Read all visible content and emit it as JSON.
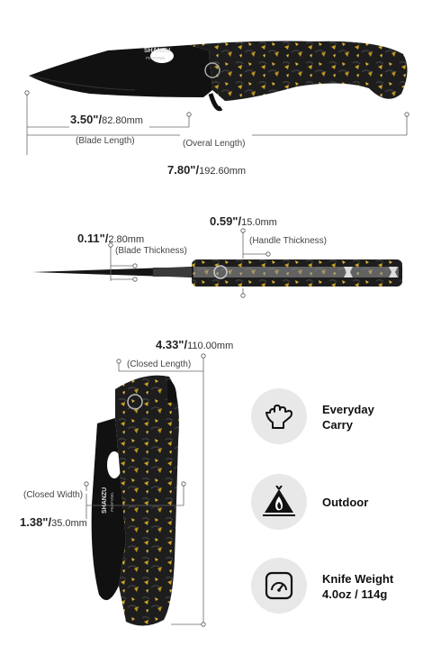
{
  "brand": {
    "name": "SHANZU",
    "model": "PEAFOWL"
  },
  "measurements": {
    "blade_length": {
      "inches": "3.50\"/",
      "mm": "82.80mm",
      "label": "(Blade Length)"
    },
    "overall_length": {
      "label": "(Overal Length)",
      "inches": "7.80\"/",
      "mm": "192.60mm"
    },
    "handle_thickness": {
      "inches": "0.59\"/",
      "mm": "15.0mm",
      "label": "(Handle Thickness)"
    },
    "blade_thickness": {
      "inches": "0.11\"/",
      "mm": "2.80mm",
      "label": "(Blade Thickness)"
    },
    "closed_length": {
      "inches": "4.33\"/",
      "mm": "110.00mm",
      "label": "(Closed Length)"
    },
    "closed_width": {
      "label": "(Closed Width)",
      "inches": "1.38\"/",
      "mm": "35.0mm"
    }
  },
  "features": [
    {
      "icon": "hand-grip-icon",
      "label": "Everyday\nCarry"
    },
    {
      "icon": "tent-campfire-icon",
      "label": "Outdoor"
    },
    {
      "icon": "scale-gauge-icon",
      "label": "Knife Weight\n4.0oz / 114g"
    }
  ],
  "colors": {
    "blade": "#111111",
    "handle": "#1c1c1c",
    "gold_fleck": "#c9a227",
    "icon_bg": "#e8e8e8"
  }
}
